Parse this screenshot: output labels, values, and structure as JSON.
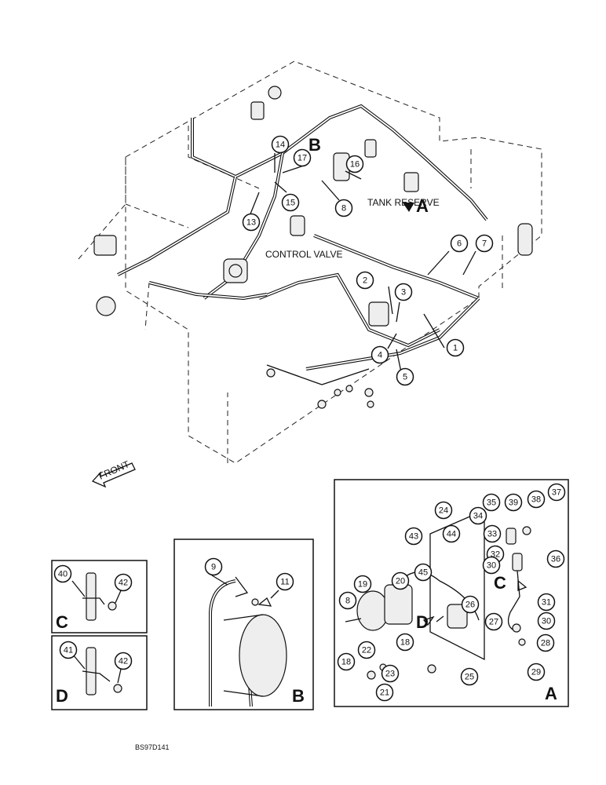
{
  "diagram": {
    "drawing_code": "BS97D141",
    "direction_label": "FRONT",
    "text_labels": {
      "tank_reserve": "TANK RESERVE",
      "control_valve": "CONTROL VALVE"
    },
    "view_letters": {
      "b_top": "B",
      "a_top": "A",
      "c_arrow": "C",
      "d_arrow": "D",
      "c_view": "C",
      "d_view": "D",
      "b_view": "B",
      "a_view": "A"
    },
    "callouts": [
      "1",
      "2",
      "3",
      "4",
      "5",
      "6",
      "7",
      "8",
      "13",
      "14",
      "15",
      "16",
      "17",
      "9",
      "11",
      "40",
      "42",
      "41",
      "42",
      "24",
      "35",
      "39",
      "38",
      "37",
      "34",
      "33",
      "43",
      "44",
      "32",
      "30",
      "36",
      "45",
      "19",
      "20",
      "31",
      "8",
      "26",
      "27",
      "30",
      "18",
      "22",
      "18",
      "28",
      "23",
      "25",
      "29",
      "21"
    ]
  }
}
